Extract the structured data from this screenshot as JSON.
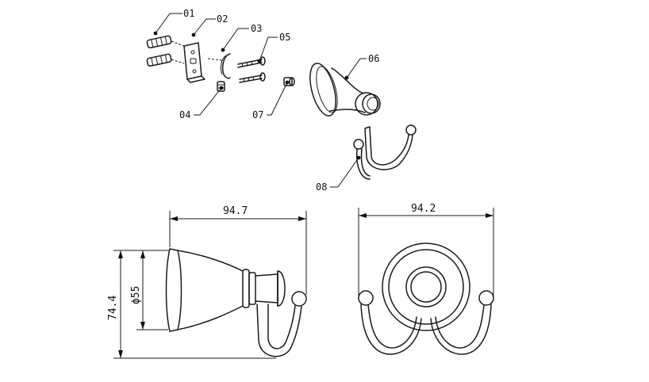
{
  "callouts": [
    "01",
    "02",
    "03",
    "04",
    "05",
    "06",
    "07",
    "08"
  ],
  "dimensions": {
    "side_width": "94.7",
    "front_width": "94.2",
    "overall_height": "74.4",
    "base_diameter": "ϕ55"
  },
  "colors": {
    "line": "#1a1a1a",
    "background": "#ffffff"
  }
}
